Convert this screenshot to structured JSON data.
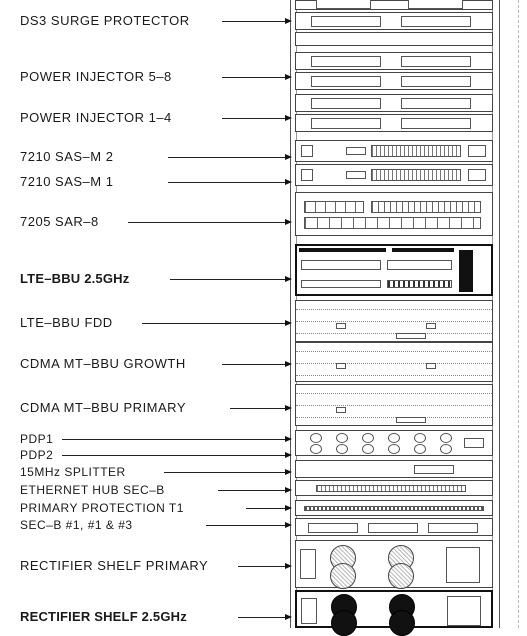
{
  "labels": [
    {
      "id": "ds3-surge-protector",
      "text": "DS3 SURGE PROTECTOR"
    },
    {
      "id": "power-injector-5-8",
      "text": "POWER INJECTOR 5–8"
    },
    {
      "id": "power-injector-1-4",
      "text": "POWER INJECTOR 1–4"
    },
    {
      "id": "7210-sas-m-2",
      "text": "7210 SAS–M 2"
    },
    {
      "id": "7210-sas-m-1",
      "text": "7210 SAS–M 1"
    },
    {
      "id": "7205-sar-8",
      "text": "7205 SAR–8"
    },
    {
      "id": "lte-bbu-2-5ghz",
      "text": "LTE–BBU 2.5GHz"
    },
    {
      "id": "lte-bbu-fdd",
      "text": "LTE–BBU FDD"
    },
    {
      "id": "cdma-mt-bbu-growth",
      "text": "CDMA MT–BBU GROWTH"
    },
    {
      "id": "cdma-mt-bbu-primary",
      "text": "CDMA MT–BBU PRIMARY"
    },
    {
      "id": "pdp1",
      "text": "PDP1"
    },
    {
      "id": "pdp2",
      "text": "PDP2"
    },
    {
      "id": "15mhz-splitter",
      "text": "15MHz SPLITTER"
    },
    {
      "id": "ethernet-hub-sec-b",
      "text": "ETHERNET HUB SEC–B"
    },
    {
      "id": "primary-protection-t1",
      "text": "PRIMARY PROTECTION T1"
    },
    {
      "id": "sec-b",
      "text": "SEC–B #1, #1 & #3"
    },
    {
      "id": "rectifier-shelf-primary",
      "text": "RECTIFIER SHELF PRIMARY"
    },
    {
      "id": "rectifier-shelf-2-5ghz",
      "text": "RECTIFIER SHELF 2.5GHz"
    }
  ]
}
